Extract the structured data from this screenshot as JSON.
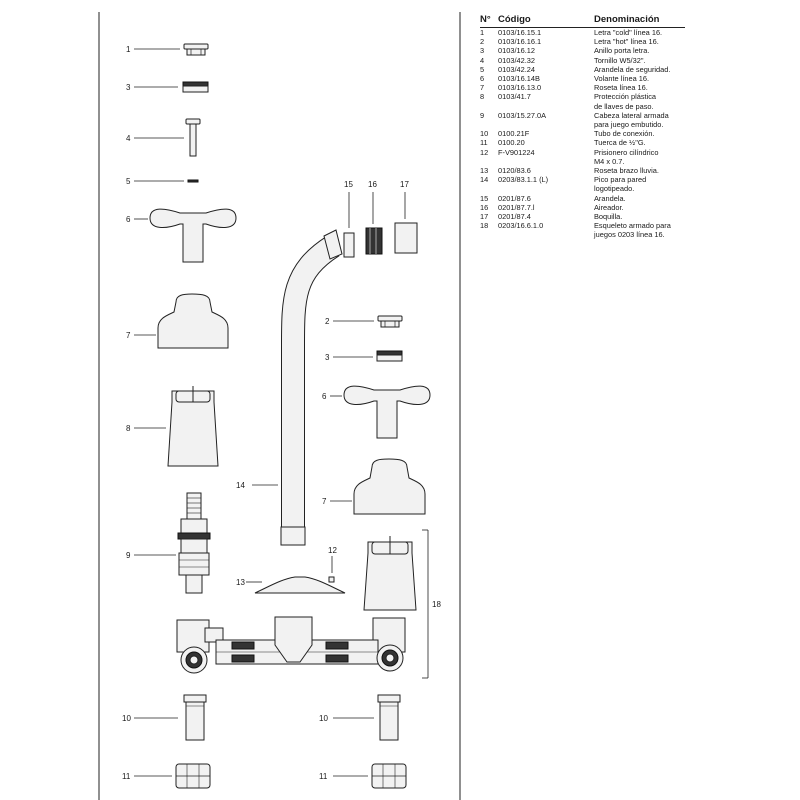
{
  "table": {
    "header": {
      "n": "N°",
      "code": "Código",
      "name": "Denominación"
    },
    "rows": [
      {
        "n": "1",
        "code": "0103/16.15.1",
        "name": "Letra \"cold\" línea 16."
      },
      {
        "n": "2",
        "code": "0103/16.16.1",
        "name": "Letra \"hot\" línea 16."
      },
      {
        "n": "3",
        "code": "0103/16.12",
        "name": "Anillo porta letra."
      },
      {
        "n": "4",
        "code": "0103/42.32",
        "name": "Tornillo W5/32\"."
      },
      {
        "n": "5",
        "code": "0103/42.24",
        "name": "Arandela de seguridad."
      },
      {
        "n": "6",
        "code": "0103/16.14B",
        "name": "Volante línea 16."
      },
      {
        "n": "7",
        "code": "0103/16.13.0",
        "name": "Roseta línea 16."
      },
      {
        "n": "8",
        "code": "0103/41.7",
        "name": "Protección plástica\nde llaves de paso."
      },
      {
        "n": "9",
        "code": "0103/15.27.0A",
        "name": "Cabeza lateral armada\npara juego embutido."
      },
      {
        "n": "10",
        "code": "0100.21F",
        "name": "Tubo de conexión."
      },
      {
        "n": "11",
        "code": "0100.20",
        "name": "Tuerca de ½\"G."
      },
      {
        "n": "12",
        "code": "F-V901224",
        "name": "Prisionero cilíndrico\nM4 x 0.7."
      },
      {
        "n": "13",
        "code": "0120/83.6",
        "name": "Roseta brazo lluvia."
      },
      {
        "n": "14",
        "code": "0203/83.1.1 (L)",
        "name": "Pico para pared\nlogotipeado."
      },
      {
        "n": "15",
        "code": "0201/87.6",
        "name": "Arandela."
      },
      {
        "n": "16",
        "code": "0201/87.7.l",
        "name": "Aireador."
      },
      {
        "n": "17",
        "code": "0201/87.4",
        "name": "Boquilla."
      },
      {
        "n": "18",
        "code": "0203/16.6.1.0",
        "name": "Esqueleto armado para\njuegos 0203 línea 16."
      }
    ]
  },
  "callouts": {
    "c1": "1",
    "c2": "2",
    "c3a": "3",
    "c3b": "3",
    "c4": "4",
    "c5": "5",
    "c6a": "6",
    "c6b": "6",
    "c7a": "7",
    "c7b": "7",
    "c8": "8",
    "c9": "9",
    "c10a": "10",
    "c10b": "10",
    "c11a": "11",
    "c11b": "11",
    "c12": "12",
    "c13": "13",
    "c14": "14",
    "c15": "15",
    "c16": "16",
    "c17": "17",
    "c18": "18"
  }
}
